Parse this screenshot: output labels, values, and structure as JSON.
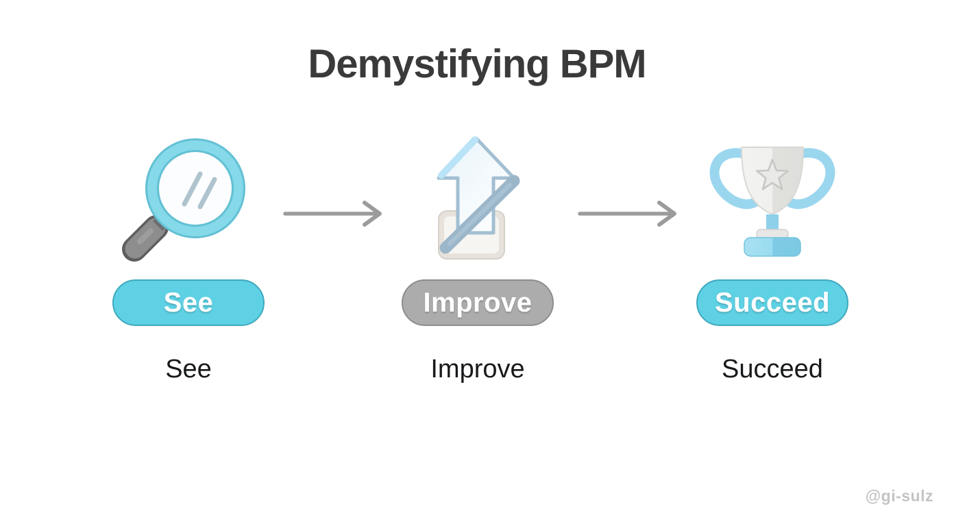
{
  "title": "Demystifying BPM",
  "watermark": "@gi-sulz",
  "steps": [
    {
      "button_label": "See",
      "caption": "See",
      "icon": "magnifier-icon",
      "pill_bg": "#5ed1e4",
      "pill_border": "#3fa9bd"
    },
    {
      "button_label": "Improve",
      "caption": "Improve",
      "icon": "improve-arrow-icon",
      "pill_bg": "#acacac",
      "pill_border": "#8d8d8d"
    },
    {
      "button_label": "Succeed",
      "caption": "Succeed",
      "icon": "trophy-icon",
      "pill_bg": "#5ed1e4",
      "pill_border": "#3fa9bd"
    }
  ],
  "connector_icon": "arrow-right-icon",
  "colors": {
    "background": "#ffffff",
    "title_text": "#3a3a3a",
    "caption_text": "#17191b",
    "pill_text": "#ffffff",
    "connector": "#9b9b9b",
    "watermark_text": "#c4c4c4",
    "accent_cyan": "#5ed1e4",
    "neutral_gray": "#acacac",
    "magnifier_ring": "#7ed2e2",
    "magnifier_handle": "#7c7c7c",
    "improve_light_blue": "#b9e3f6",
    "improve_gray_blue": "#9cb6c9",
    "improve_box_beige": "#e7e3dc",
    "trophy_silver": "#ededea",
    "trophy_blue": "#9bd6ef"
  }
}
